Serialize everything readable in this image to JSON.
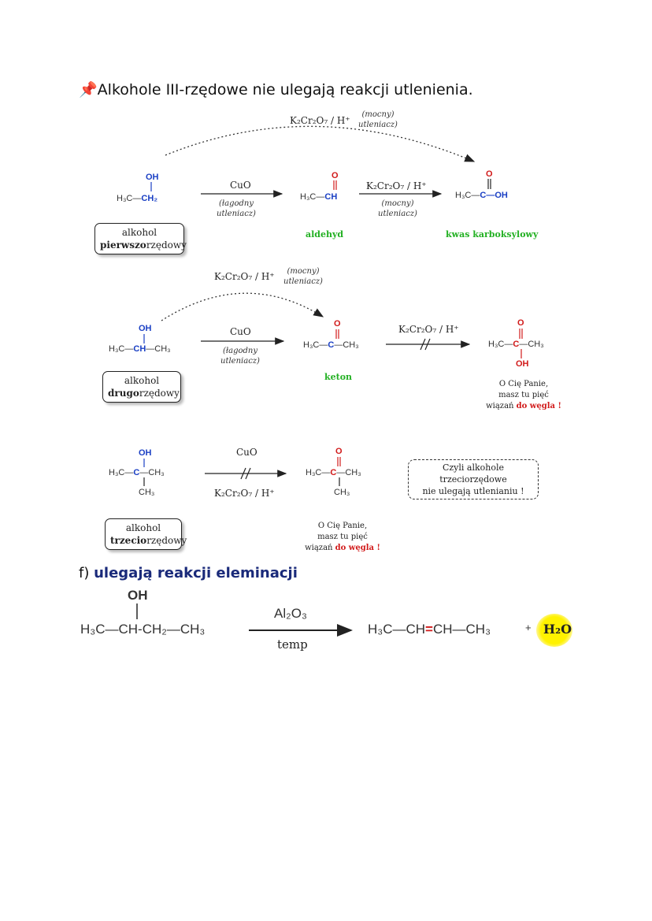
{
  "title": {
    "pin": "📌",
    "text": "Alkohole III-rzędowe nie ulegają reakcji utlenienia."
  },
  "top_reagent": {
    "formula": "K₂Cr₂O₇ / H⁺",
    "note_line1": "(mocny)",
    "note_line2": "utleniacz)"
  },
  "primary": {
    "oh": "OH",
    "formula_left": "H₃C—",
    "formula_right": "CH₂",
    "reagent": "CuO",
    "cond_line1": "(łagodny",
    "cond_line2": "utleniacz)",
    "aldehyde_o": "O",
    "aldehyde_formula_left": "H₃C—",
    "aldehyde_formula_right": "CH",
    "reagent2": "K₂Cr₂O₇ / H⁺",
    "cond2_line1": "(mocny)",
    "cond2_line2": "utleniacz)",
    "acid_o": "O",
    "acid_formula_left": "H₃C—",
    "acid_formula_mid": "C",
    "acid_formula_right": "—OH",
    "label_line1": "alkohol",
    "label_bold": "pierwszo",
    "label_rest": "rzędowy",
    "product1": "aldehyd",
    "product2": "kwas karboksylowy"
  },
  "secondary": {
    "top_reagent": "K₂Cr₂O₇ / H⁺",
    "top_note_line1": "(mocny)",
    "top_note_line2": "utleniacz)",
    "oh": "OH",
    "formula_left": "H₃C—",
    "formula_mid": "CH",
    "formula_right": "—CH₃",
    "reagent": "CuO",
    "cond_line1": "(łagodny",
    "cond_line2": "utleniacz)",
    "ketone_o": "O",
    "ketone_left": "H₃C—",
    "ketone_mid": "C",
    "ketone_right": "—CH₃",
    "reagent2": "K₂Cr₂O₇ / H⁺",
    "hyp_o": "O",
    "hyp_left": "H₃C—",
    "hyp_mid": "C",
    "hyp_right": "—CH₃",
    "hyp_oh": "OH",
    "label_line1": "alkohol",
    "label_bold": "drugo",
    "label_rest": "rzędowy",
    "product": "keton",
    "note_line1": "O Cię Panie,",
    "note_line2": "masz tu pięć",
    "note_line3_a": "wiązań ",
    "note_line3_b": "do węgla !"
  },
  "tertiary": {
    "oh": "OH",
    "formula_left": "H₃C—",
    "formula_mid": "C",
    "formula_right": "—CH₃",
    "ch3": "CH₃",
    "reagent_top": "CuO",
    "reagent_bottom": "K₂Cr₂O₇ / H⁺",
    "hyp_o": "O",
    "hyp_left": "H₃C—",
    "hyp_mid": "C",
    "hyp_right": "—CH₃",
    "hyp_ch3": "CH₃",
    "conclusion_line1": "Czyli alkohole trzeciorzędowe",
    "conclusion_line2": "nie ulegają utlenianiu !",
    "label_line1": "alkohol",
    "label_bold": "trzecio",
    "label_rest": "rzędowy",
    "note_line1": "O Cię Panie,",
    "note_line2": "masz tu pięć",
    "note_line3_a": "wiązań ",
    "note_line3_b": "do węgla !"
  },
  "elimination": {
    "heading_prefix": "f) ",
    "heading_text": "ulegają reakcji eleminacji",
    "oh": "OH",
    "reactant": "H₃C—CH-CH₂—CH₃",
    "catalyst": "Al₂O₃",
    "condition": "temp",
    "product_left": "H₃C—CH",
    "product_double": "=",
    "product_right": "CH—CH₃",
    "plus": "+",
    "water": "H₂O"
  },
  "colors": {
    "blue": "#1a3fc4",
    "red": "#d11a1a",
    "green": "#22b022",
    "highlight": "#fff200",
    "heading_blue": "#1a2a7a"
  }
}
